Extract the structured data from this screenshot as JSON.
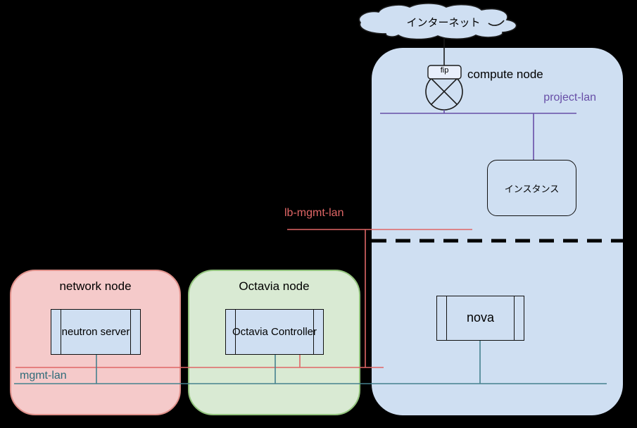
{
  "internet": {
    "label": "インターネット"
  },
  "compute_node": {
    "title": "compute node",
    "fip_label": "fip",
    "instance_label": "インスタンス",
    "nova_label": "nova"
  },
  "network_node": {
    "title": "network node",
    "component": "neutron server"
  },
  "octavia_node": {
    "title": "Octavia node",
    "component": "Octavia Controller"
  },
  "networks": {
    "project_lan": {
      "label": "project-lan",
      "color": "#674ea7"
    },
    "lb_mgmt_lan": {
      "label": "lb-mgmt-lan",
      "color": "#e06666"
    },
    "mgmt_lan": {
      "label": "mgmt-lan",
      "color": "#45818e",
      "text_color": "#2e6b79"
    }
  },
  "colors": {
    "background": "#000000",
    "compute_node_fill": "#cfdff2",
    "network_node_fill": "#f5caca",
    "network_node_border": "#e0918b",
    "octavia_node_fill": "#d9ead3",
    "octavia_node_border": "#93c47d",
    "component_fill": "#cfdff2",
    "dashed_separator": "#000000"
  }
}
